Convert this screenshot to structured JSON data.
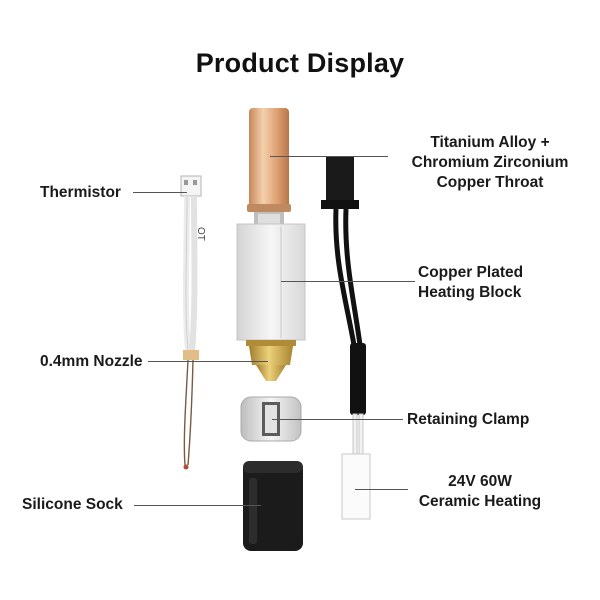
{
  "title": "Product Display",
  "labels": {
    "throat": [
      "Titanium Alloy +",
      "Chromium Zirconium",
      "Copper Throat"
    ],
    "thermistor": "Thermistor",
    "heating_block": [
      "Copper Plated",
      "Heating Block"
    ],
    "nozzle": "0.4mm Nozzle",
    "clamp": "Retaining Clamp",
    "sock": "Silicone Sock",
    "heater": [
      "24V 60W",
      "Ceramic Heating"
    ]
  },
  "thermistor_connector_mark": "OT",
  "colors": {
    "copper": "#e0a878",
    "brass": "#c9a24a",
    "aluminum": "#e9e9e9",
    "silicone": "#1b1b1b",
    "cable": "#111111"
  }
}
